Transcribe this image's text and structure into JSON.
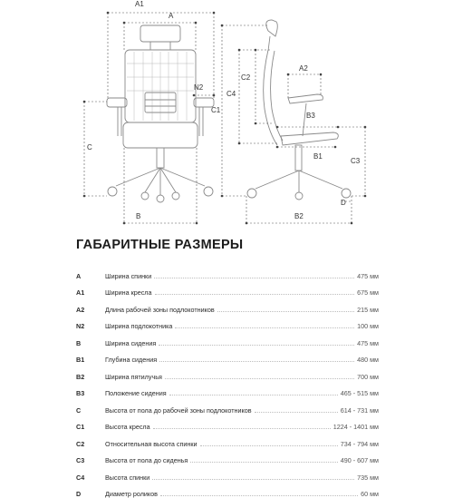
{
  "diagram": {
    "front_labels": {
      "A1": "A1",
      "A": "A",
      "N2": "N2",
      "C": "C",
      "B": "B"
    },
    "side_labels": {
      "C2": "C2",
      "A2": "A2",
      "C4": "C4",
      "C1": "C1",
      "B3": "B3",
      "B1": "B1",
      "C3": "C3",
      "D": "D",
      "B2": "B2"
    }
  },
  "section_title": "ГАБАРИТНЫЕ РАЗМЕРЫ",
  "specs": [
    {
      "code": "A",
      "label": "Ширина спинки",
      "value": "475 мм"
    },
    {
      "code": "A1",
      "label": "Ширина кресла",
      "value": "675 мм"
    },
    {
      "code": "A2",
      "label": "Длина рабочей зоны подлокотников",
      "value": "215 мм"
    },
    {
      "code": "N2",
      "label": "Ширина подлокотника",
      "value": "100 мм"
    },
    {
      "code": "B",
      "label": "Ширина сидения",
      "value": "475 мм"
    },
    {
      "code": "B1",
      "label": "Глубина сидения",
      "value": "480 мм"
    },
    {
      "code": "B2",
      "label": "Ширина пятилучья",
      "value": "700 мм"
    },
    {
      "code": "B3",
      "label": "Положение сидения",
      "value": "465 - 515 мм"
    },
    {
      "code": "C",
      "label": "Высота от пола до рабочей зоны подлокотников",
      "value": "614 - 731 мм"
    },
    {
      "code": "C1",
      "label": "Высота кресла",
      "value": "1224 - 1401 мм"
    },
    {
      "code": "C2",
      "label": "Относительная высота спинки",
      "value": "734 - 794 мм"
    },
    {
      "code": "C3",
      "label": "Высота от пола до сиденья",
      "value": "490 - 607 мм"
    },
    {
      "code": "C4",
      "label": "Высота спинки",
      "value": "735 мм"
    },
    {
      "code": "D",
      "label": "Диаметр роликов",
      "value": "60 мм"
    }
  ]
}
